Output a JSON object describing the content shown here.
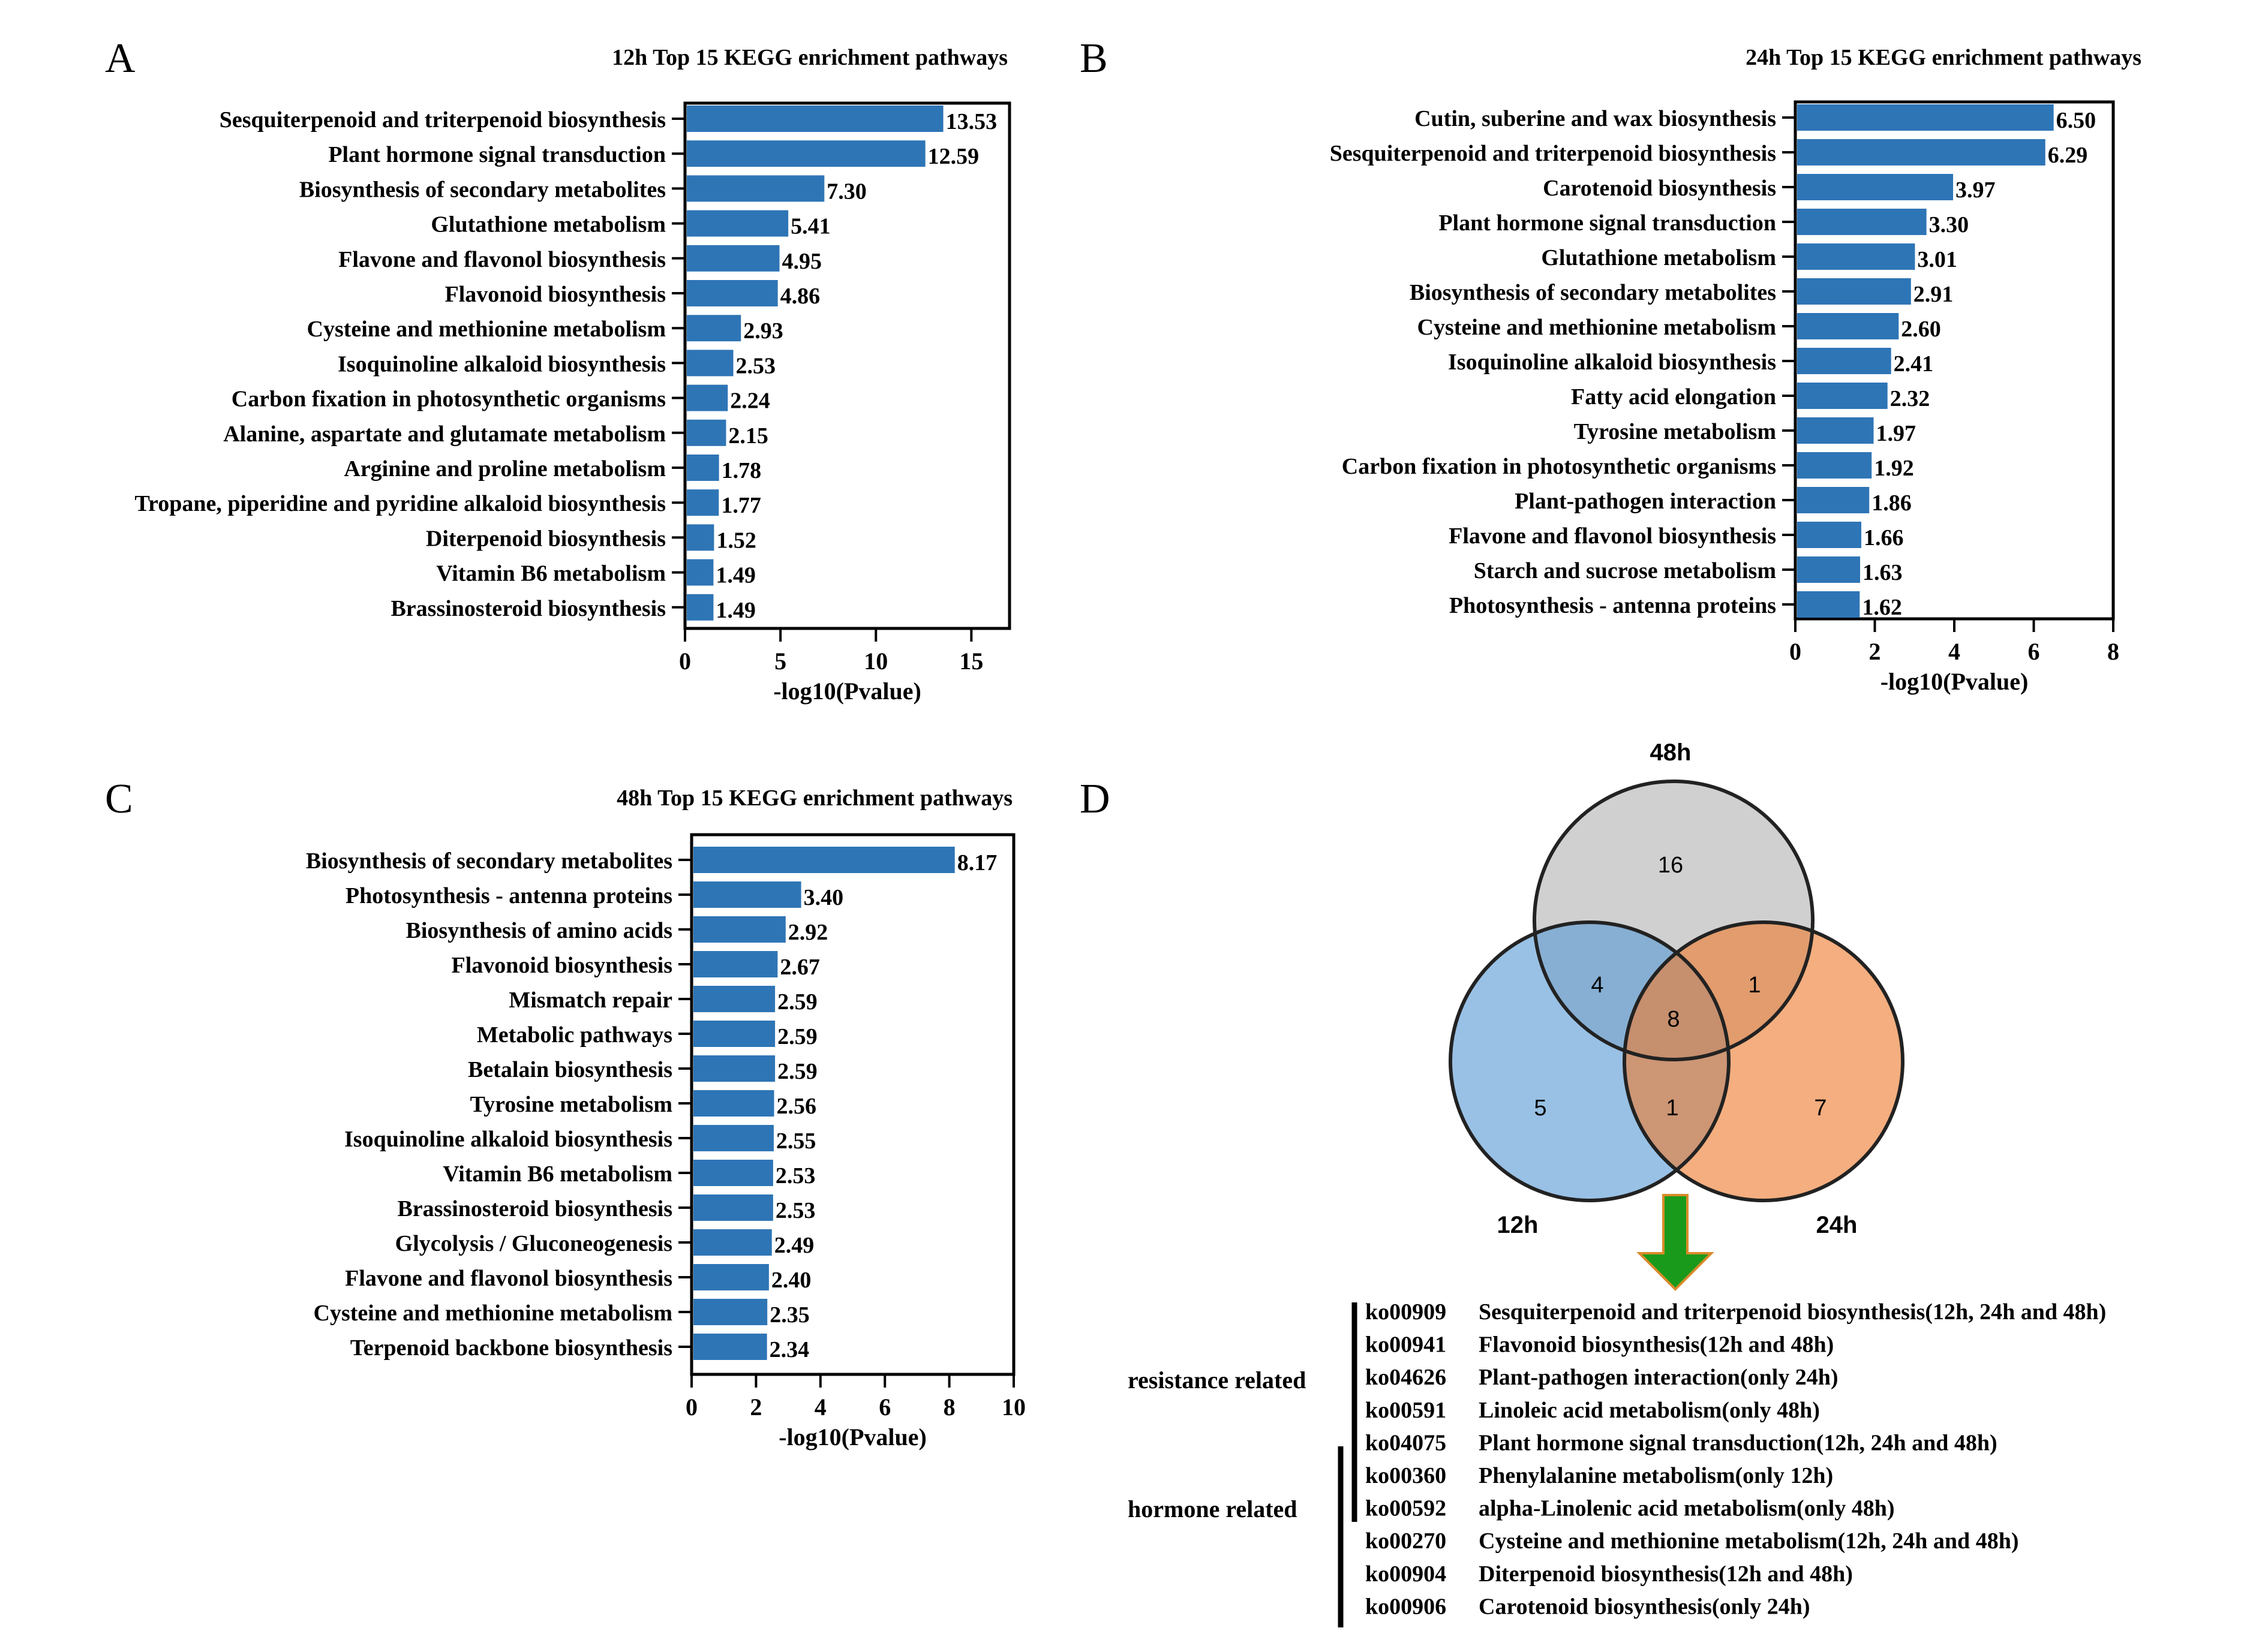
{
  "panels": [
    {
      "letter": "A",
      "chart_data": {
        "type": "bar",
        "orientation": "horizontal",
        "title": "12h Top 15 KEGG enrichment pathways",
        "xlabel": "-log10(Pvalue)",
        "ylabel": "",
        "xlim": [
          0,
          17
        ],
        "xticks": [
          0,
          5,
          10,
          15
        ],
        "color": "#2e75b6",
        "categories": [
          "Sesquiterpenoid and triterpenoid biosynthesis",
          "Plant hormone signal transduction",
          "Biosynthesis of secondary metabolites",
          "Glutathione metabolism",
          "Flavone and flavonol biosynthesis",
          "Flavonoid biosynthesis",
          "Cysteine and methionine metabolism",
          "Isoquinoline alkaloid biosynthesis",
          "Carbon fixation in photosynthetic organisms",
          "Alanine, aspartate and glutamate metabolism",
          "Arginine and proline metabolism",
          "Tropane, piperidine and pyridine alkaloid biosynthesis",
          "Diterpenoid biosynthesis",
          "Vitamin B6 metabolism",
          "Brassinosteroid biosynthesis"
        ],
        "values": [
          13.53,
          12.59,
          7.3,
          5.41,
          4.95,
          4.86,
          2.93,
          2.53,
          2.24,
          2.15,
          1.78,
          1.77,
          1.52,
          1.49,
          1.49
        ],
        "value_labels": [
          "13.53",
          "12.59",
          "7.30",
          "5.41",
          "4.95",
          "4.86",
          "2.93",
          "2.53",
          "2.24",
          "2.15",
          "1.78",
          "1.77",
          "1.52",
          "1.49",
          "1.49"
        ]
      }
    },
    {
      "letter": "B",
      "chart_data": {
        "type": "bar",
        "orientation": "horizontal",
        "title": "24h Top 15 KEGG enrichment pathways",
        "xlabel": "-log10(Pvalue)",
        "ylabel": "",
        "xlim": [
          0,
          8
        ],
        "xticks": [
          0,
          2,
          4,
          6,
          8
        ],
        "color": "#2e75b6",
        "categories": [
          "Cutin, suberine and wax biosynthesis",
          "Sesquiterpenoid and triterpenoid biosynthesis",
          "Carotenoid biosynthesis",
          "Plant hormone signal transduction",
          "Glutathione metabolism",
          "Biosynthesis of secondary metabolites",
          "Cysteine and methionine metabolism",
          "Isoquinoline alkaloid biosynthesis",
          "Fatty acid elongation",
          "Tyrosine metabolism",
          "Carbon fixation in photosynthetic organisms",
          "Plant-pathogen interaction",
          "Flavone and flavonol biosynthesis",
          "Starch and sucrose metabolism",
          "Photosynthesis - antenna proteins"
        ],
        "values": [
          6.5,
          6.29,
          3.97,
          3.3,
          3.01,
          2.91,
          2.6,
          2.41,
          2.32,
          1.97,
          1.92,
          1.86,
          1.66,
          1.63,
          1.62
        ],
        "value_labels": [
          "6.50",
          "6.29",
          "3.97",
          "3.30",
          "3.01",
          "2.91",
          "2.60",
          "2.41",
          "2.32",
          "1.97",
          "1.92",
          "1.86",
          "1.66",
          "1.63",
          "1.62"
        ]
      }
    },
    {
      "letter": "C",
      "chart_data": {
        "type": "bar",
        "orientation": "horizontal",
        "title": "48h Top 15 KEGG enrichment pathways",
        "xlabel": "-log10(Pvalue)",
        "ylabel": "",
        "xlim": [
          0,
          10
        ],
        "xticks": [
          0,
          2,
          4,
          6,
          8,
          10
        ],
        "color": "#2e75b6",
        "categories": [
          "Biosynthesis of secondary metabolites",
          "Photosynthesis - antenna proteins",
          "Biosynthesis of amino acids",
          "Flavonoid biosynthesis",
          "Mismatch repair",
          "Metabolic pathways",
          "Betalain biosynthesis",
          "Tyrosine metabolism",
          "Isoquinoline alkaloid biosynthesis",
          "Vitamin B6 metabolism",
          "Brassinosteroid biosynthesis",
          "Glycolysis / Gluconeogenesis",
          "Flavone and flavonol biosynthesis",
          "Cysteine and methionine metabolism",
          "Terpenoid backbone biosynthesis"
        ],
        "values": [
          8.17,
          3.4,
          2.92,
          2.67,
          2.59,
          2.59,
          2.59,
          2.56,
          2.55,
          2.53,
          2.53,
          2.49,
          2.4,
          2.35,
          2.34
        ],
        "value_labels": [
          "8.17",
          "3.40",
          "2.92",
          "2.67",
          "2.59",
          "2.59",
          "2.59",
          "2.56",
          "2.55",
          "2.53",
          "2.53",
          "2.49",
          "2.40",
          "2.35",
          "2.34"
        ]
      }
    }
  ],
  "venn": {
    "letter": "D",
    "sets": [
      {
        "name": "48h",
        "color": "#b3b3b3"
      },
      {
        "name": "12h",
        "color": "#5b9bd5"
      },
      {
        "name": "24h",
        "color": "#ed7d31"
      }
    ],
    "regions": {
      "only_48h": "16",
      "only_12h": "5",
      "only_24h": "7",
      "12h_48h": "4",
      "24h_48h": "1",
      "12h_24h": "1",
      "all_three": "8"
    },
    "arrow_color": "#1a9a1a",
    "groups": [
      {
        "label": "resistance related"
      },
      {
        "label": "hormone related"
      }
    ],
    "pathways": [
      {
        "id": "ko00909",
        "text": "Sesquiterpenoid and triterpenoid biosynthesis(12h, 24h and 48h)"
      },
      {
        "id": "ko00941",
        "text": "Flavonoid biosynthesis(12h and 48h)"
      },
      {
        "id": "ko04626",
        "text": "Plant-pathogen interaction(only 24h)"
      },
      {
        "id": "ko00591",
        "text": "Linoleic acid metabolism(only 48h)"
      },
      {
        "id": "ko04075",
        "text": "Plant hormone signal transduction(12h, 24h and 48h)"
      },
      {
        "id": "ko00360",
        "text": "Phenylalanine metabolism(only 12h)"
      },
      {
        "id": "ko00592",
        "text": "alpha-Linolenic acid metabolism(only 48h)"
      },
      {
        "id": "ko00270",
        "text": "Cysteine and methionine metabolism(12h, 24h and 48h)"
      },
      {
        "id": "ko00904",
        "text": "Diterpenoid biosynthesis(12h and 48h)"
      },
      {
        "id": "ko00906",
        "text": "Carotenoid biosynthesis(only 24h)"
      }
    ]
  }
}
